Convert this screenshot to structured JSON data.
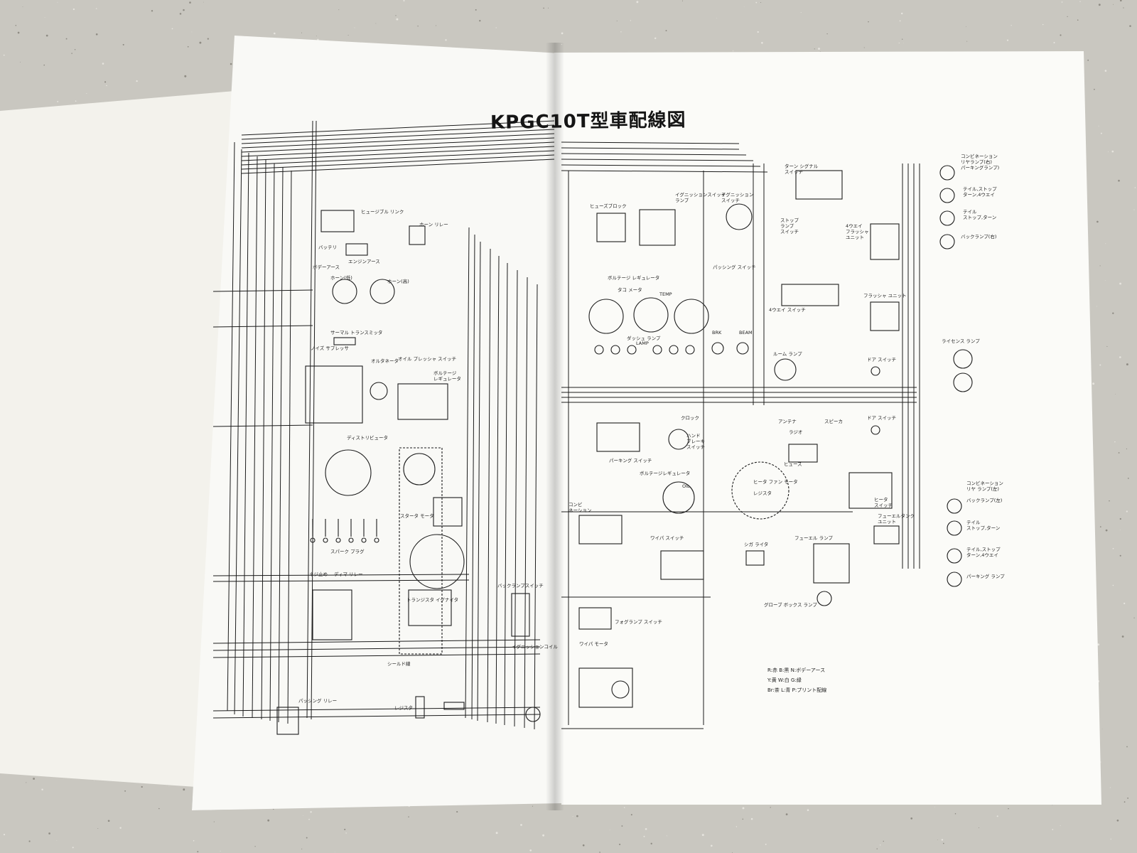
{
  "title": "KPGC10T型車配線図",
  "labels": {
    "fusible_link": "ヒュージブル リンク",
    "horn_relay": "ホーン リレー",
    "battery": "バッテリ",
    "body_earth": "ボデーアース",
    "engine_earth": "エンジンアース",
    "horn_low": "ホーン(低)",
    "horn_high": "ホーン(高)",
    "thermal_transmitter": "サーマル トランスミッタ",
    "noise_suppressor": "ノイズ サプレッサ",
    "oil_pressure_switch": "オイル プレッシャ スイッチ",
    "alternator": "オルタネータ",
    "voltage_regulator_left": "ボルテージ\nレギュレータ",
    "distributor": "ディストリビュータ",
    "spark_plug": "スパーク    プラグ",
    "starter_motor": "スタータ モータ",
    "screw_stop": "ネジ止め",
    "dimmer_relay": "ディマ リレー",
    "transistor_igniter": "トランジスタ イグナイタ",
    "backlamp_switch": "バックランプスイッチ",
    "ignition_coil": "イグニッションコイル",
    "shield_wire": "シールド線",
    "resistor": "レジスタ",
    "passing_relay": "パッシング リレー",
    "fuse_block": "ヒューズブロック",
    "ignition_switch_lamp": "イグニッションスイッチ\nランプ",
    "ignition_switch": "イグニッション\nスイッチ",
    "turn_signal_switch": "ターン シグナル\nスイッチ",
    "stop_lamp_switch": "ストップ\nランプ\nスイッチ",
    "four_way_flasher_unit": "4ウエイ\nフラッシャ\nユニット",
    "passing_switch": "パッシング スイッチ",
    "voltage_regulator": "ボルテージ レギュレータ",
    "tachometer": "タコ メータ",
    "temp": "TEMP",
    "dash_lamp": "ダッシュ ランプ",
    "lamp": "LAMP",
    "brk": "BRK",
    "beam": "BEAM",
    "four_way_switch": "4ウエイ スイッチ",
    "flasher_unit": "フラッシャ ユニット",
    "room_lamp": "ルーム ランプ",
    "door_switch_1": "ドア スイッチ",
    "door_switch_2": "ドア スイッチ",
    "clock": "クロック",
    "hand_brake_switch": "ハンド\nブレーキ\nスイッチ",
    "parking_switch": "パーキング スイッチ",
    "antenna": "アンテナ",
    "speaker": "スピーカ",
    "radio": "ラジオ",
    "fuse": "ヒューズ",
    "voltage_regulator_2": "ボルテージレギュレータ",
    "oil": "OIL",
    "heater_fan_motor": "ヒータ ファン モータ",
    "resistor_2": "レジスタ",
    "heater_switch": "ヒータ\nスイッチ",
    "fuel_tank_unit": "フューエルタンク\nユニット",
    "combination_switch": "コンビ\nネーション",
    "wiper_switch": "ワイパ スイッチ",
    "cigar_lighter": "シガ ライタ",
    "fuel_lamp": "フューエル ランプ",
    "glove_box_lamp": "グローブ ボックス ランプ",
    "fog_lamp_switch": "フォグランプ スイッチ",
    "wiper_motor": "ワイパ モータ",
    "combo_rear_r": "コンビネーション\nリヤランプ(右)\nパーキングランプ)",
    "tail_stop_turn_4way": "テイル,ストップ\nターン,4ウエイ",
    "tail_stop_turn": "テイル\nストップ,ターン",
    "back_lamp_r": "バックランプ(右)",
    "license_lamp": "ライセンス ランプ",
    "combo_rear_l": "コンビネーション\nリヤ ランプ(左)",
    "back_lamp_l": "バックランプ(左)",
    "tail_stop_turn_l": "テイル\nストップ,ターン",
    "tail_stop_turn_4way_l": "テイル,ストップ\nターン,4ウエイ",
    "parking_lamp": "パーキング ランプ"
  },
  "legend": [
    "R:赤 B:黒 N:ボデーアース",
    "Y:黄 W:白 G:緑",
    "Br:茶 L:青 P:プリント配線"
  ]
}
